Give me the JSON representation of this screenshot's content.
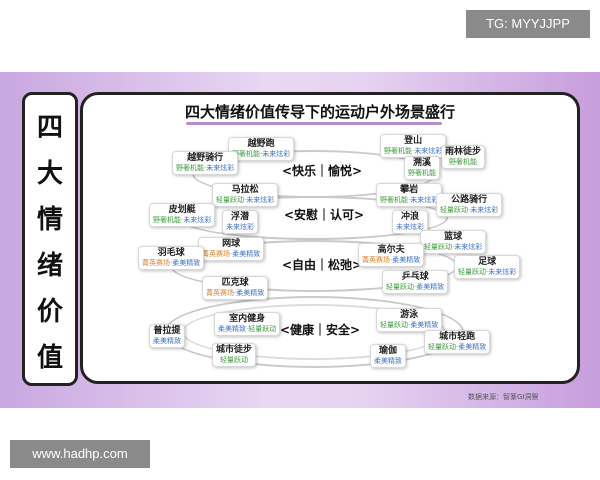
{
  "badges": {
    "tg": "TG: MYYJJPP",
    "url": "www.hadhp.com"
  },
  "side_title": [
    "四",
    "大",
    "情",
    "绪",
    "价",
    "值"
  ],
  "title": "四大情绪价值传导下的运动户外场景盛行",
  "categories": [
    "<快乐｜愉悦>",
    "<安慰｜认可>",
    "<自由｜松弛>",
    "<健康｜安全>"
  ],
  "colors": {
    "green": "#3a9a3a",
    "blue": "#3b6fc8",
    "orange": "#d9822b",
    "purple": "#b58fd4"
  },
  "cards": [
    {
      "name": "越野跑",
      "tags": [
        {
          "text": "野奢机能",
          "color": "green"
        },
        {
          "text": "未来炫彩",
          "color": "blue"
        }
      ]
    },
    {
      "name": "越野骑行",
      "tags": [
        {
          "text": "野奢机能",
          "color": "green"
        },
        {
          "text": "未来炫彩",
          "color": "blue"
        }
      ]
    },
    {
      "name": "登山",
      "tags": [
        {
          "text": "野奢机能",
          "color": "green"
        },
        {
          "text": "未来炫彩",
          "color": "blue"
        }
      ]
    },
    {
      "name": "雨林徒步",
      "tags": [
        {
          "text": "野奢机能",
          "color": "green"
        }
      ]
    },
    {
      "name": "溯溪",
      "tags": [
        {
          "text": "野奢机能",
          "color": "green"
        }
      ]
    },
    {
      "name": "马拉松",
      "tags": [
        {
          "text": "轻量跃动",
          "color": "green"
        },
        {
          "text": "未来炫彩",
          "color": "blue"
        }
      ]
    },
    {
      "name": "攀岩",
      "tags": [
        {
          "text": "野奢机能",
          "color": "green"
        },
        {
          "text": "未来炫彩",
          "color": "blue"
        }
      ]
    },
    {
      "name": "公路骑行",
      "tags": [
        {
          "text": "轻量跃动",
          "color": "green"
        },
        {
          "text": "未来炫彩",
          "color": "blue"
        }
      ]
    },
    {
      "name": "皮划艇",
      "tags": [
        {
          "text": "野奢机能",
          "color": "green"
        },
        {
          "text": "未来炫彩",
          "color": "blue"
        }
      ]
    },
    {
      "name": "浮潜",
      "tags": [
        {
          "text": "未来炫彩",
          "color": "blue"
        }
      ]
    },
    {
      "name": "冲浪",
      "tags": [
        {
          "text": "未来炫彩",
          "color": "blue"
        }
      ]
    },
    {
      "name": "网球",
      "tags": [
        {
          "text": "菁英赛场",
          "color": "orange"
        },
        {
          "text": "柔美精致",
          "color": "blue"
        }
      ]
    },
    {
      "name": "羽毛球",
      "tags": [
        {
          "text": "菁英赛场",
          "color": "orange"
        },
        {
          "text": "柔美精致",
          "color": "blue"
        }
      ]
    },
    {
      "name": "篮球",
      "tags": [
        {
          "text": "轻量跃动",
          "color": "green"
        },
        {
          "text": "未来炫彩",
          "color": "blue"
        }
      ]
    },
    {
      "name": "高尔夫",
      "tags": [
        {
          "text": "菁英赛场",
          "color": "orange"
        },
        {
          "text": "柔美精致",
          "color": "blue"
        }
      ]
    },
    {
      "name": "足球",
      "tags": [
        {
          "text": "轻量跃动",
          "color": "green"
        },
        {
          "text": "未来炫彩",
          "color": "blue"
        }
      ]
    },
    {
      "name": "匹克球",
      "tags": [
        {
          "text": "菁英赛场",
          "color": "orange"
        },
        {
          "text": "柔美精致",
          "color": "blue"
        }
      ]
    },
    {
      "name": "乒乓球",
      "tags": [
        {
          "text": "轻量跃动",
          "color": "green"
        },
        {
          "text": "柔美精致",
          "color": "blue"
        }
      ]
    },
    {
      "name": "室内健身",
      "tags": [
        {
          "text": "柔美精致",
          "color": "blue"
        },
        {
          "text": "轻量跃动",
          "color": "green"
        }
      ]
    },
    {
      "name": "游泳",
      "tags": [
        {
          "text": "轻量跃动",
          "color": "green"
        },
        {
          "text": "柔美精致",
          "color": "blue"
        }
      ]
    },
    {
      "name": "普拉提",
      "tags": [
        {
          "text": "柔美精致",
          "color": "blue"
        }
      ]
    },
    {
      "name": "城市轻跑",
      "tags": [
        {
          "text": "轻量跃动",
          "color": "green"
        },
        {
          "text": "柔美精致",
          "color": "blue"
        }
      ]
    },
    {
      "name": "城市徒步",
      "tags": [
        {
          "text": "轻量跃动",
          "color": "green"
        }
      ]
    },
    {
      "name": "瑜伽",
      "tags": [
        {
          "text": "柔美精致",
          "color": "blue"
        }
      ]
    }
  ],
  "credit": "数据来源：智篆GI洞察"
}
